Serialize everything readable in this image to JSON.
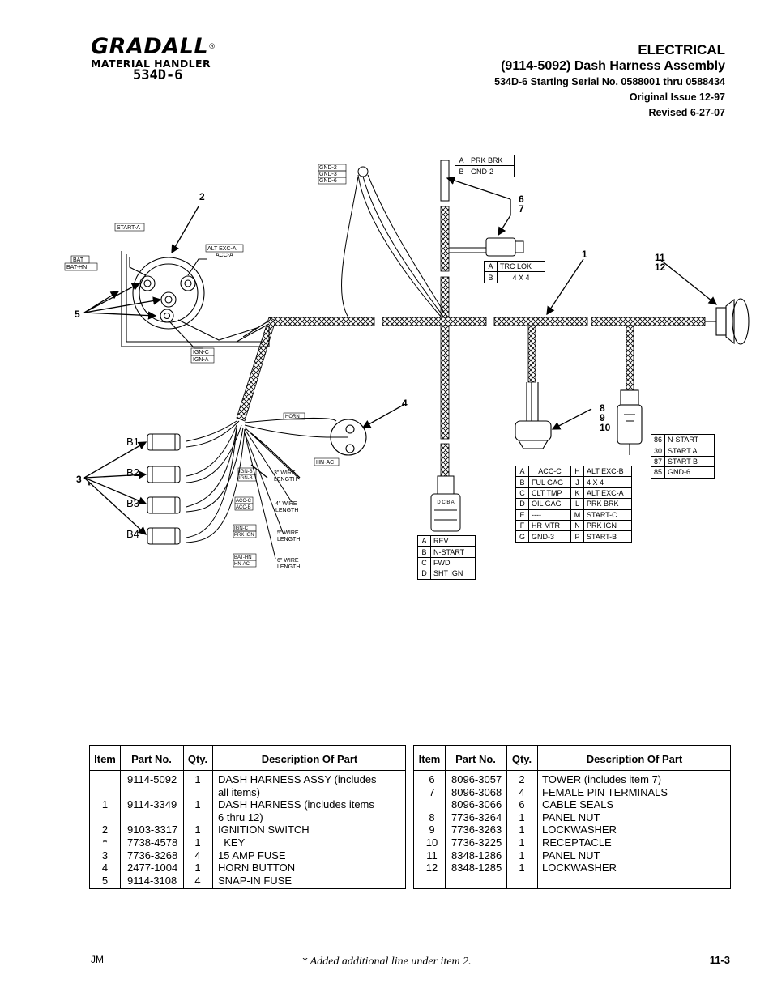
{
  "header": {
    "brand": "GRADALL",
    "brand_mark": "®",
    "subtitle": "MATERIAL HANDLER",
    "model": "534D-6",
    "section": "ELECTRICAL",
    "title": "(9114-5092) Dash Harness Assembly",
    "serial": "534D-6 Starting Serial No. 0588001 thru 0588434",
    "issue": "Original Issue 12-97",
    "revised": "Revised 6-27-07"
  },
  "diagram": {
    "labels": {
      "gnd2": "GND-2",
      "gnd3": "GND-3",
      "gnd6": "GND-6",
      "start_a": "START-A",
      "bat": "BAT",
      "bat_hn": "BAT-HN",
      "alt_exc_a": "ALT EXC-A",
      "acc_a": "ACC-A",
      "ign_c": "IGN-C",
      "ign_a": "IGN-A",
      "horn": "HORN",
      "hn_ac": "HN-AC",
      "b1": "B1",
      "b2": "B2",
      "b3": "B3",
      "b4": "B4",
      "len3": "3\" WIRE",
      "len4": "4\" WIRE",
      "len5": "5\" WIRE",
      "len6": "6\" WIRE",
      "length": "LENGTH",
      "ign_b": "IGN-B",
      "ign_b2": "IGN-B",
      "acc_c": "ACC-C",
      "acc_b": "ACC-B",
      "ign_c2": "IGN-C",
      "prk_ign": "PRK IGN",
      "bat_hn2": "BAT-HN",
      "hn_ac2": "HN-AC",
      "conn_pins": "D C B A"
    },
    "callouts": {
      "c1": "1",
      "c2": "2",
      "c3": "3",
      "c4": "4",
      "c5": "5",
      "c6": "6",
      "c7": "7",
      "c8": "8",
      "c9": "9",
      "c10": "10",
      "c11": "11",
      "c12": "12",
      "star": "*"
    },
    "pin_tables": {
      "prk": [
        {
          "k": "A",
          "v": "PRK BRK"
        },
        {
          "k": "B",
          "v": "GND-2"
        }
      ],
      "trc": [
        {
          "k": "A",
          "v": "TRC LOK"
        },
        {
          "k": "B",
          "v": "4 X 4"
        }
      ],
      "relay": [
        {
          "k": "86",
          "v": "N-START"
        },
        {
          "k": "30",
          "v": "START A"
        },
        {
          "k": "87",
          "v": "START B"
        },
        {
          "k": "85",
          "v": "GND-6"
        }
      ],
      "main": [
        {
          "k1": "A",
          "v1": "ACC-C",
          "k2": "H",
          "v2": "ALT EXC-B"
        },
        {
          "k1": "B",
          "v1": "FUL GAG",
          "k2": "J",
          "v2": "4 X 4"
        },
        {
          "k1": "C",
          "v1": "CLT TMP",
          "k2": "K",
          "v2": "ALT EXC-A"
        },
        {
          "k1": "D",
          "v1": "OIL GAG",
          "k2": "L",
          "v2": "PRK BRK"
        },
        {
          "k1": "E",
          "v1": "----",
          "k2": "M",
          "v2": "START-C"
        },
        {
          "k1": "F",
          "v1": "HR MTR",
          "k2": "N",
          "v2": "PRK IGN"
        },
        {
          "k1": "G",
          "v1": "GND-3",
          "k2": "P",
          "v2": "START-B"
        }
      ],
      "sel": [
        {
          "k": "A",
          "v": "REV"
        },
        {
          "k": "B",
          "v": "N-START"
        },
        {
          "k": "C",
          "v": "FWD"
        },
        {
          "k": "D",
          "v": "SHT IGN"
        }
      ]
    }
  },
  "parts_left": {
    "headers": {
      "item": "Item",
      "part": "Part No.",
      "qty": "Qty.",
      "desc": "Description Of Part"
    },
    "rows": [
      {
        "item": "",
        "part": "9114-5092",
        "qty": "1",
        "desc": "DASH HARNESS ASSY (includes"
      },
      {
        "item": "",
        "part": "",
        "qty": "",
        "desc": "all items)"
      },
      {
        "item": "1",
        "part": "9114-3349",
        "qty": "1",
        "desc": "DASH HARNESS (includes items"
      },
      {
        "item": "",
        "part": "",
        "qty": "",
        "desc": "6 thru 12)"
      },
      {
        "item": "2",
        "part": "9103-3317",
        "qty": "1",
        "desc": "IGNITION SWITCH"
      },
      {
        "item": "*",
        "part": "7738-4578",
        "qty": "1",
        "desc": "  KEY"
      },
      {
        "item": "3",
        "part": "7736-3268",
        "qty": "4",
        "desc": "15 AMP FUSE"
      },
      {
        "item": "4",
        "part": "2477-1004",
        "qty": "1",
        "desc": "HORN BUTTON"
      },
      {
        "item": "5",
        "part": "9114-3108",
        "qty": "4",
        "desc": "SNAP-IN FUSE"
      }
    ]
  },
  "parts_right": {
    "headers": {
      "item": "Item",
      "part": "Part No.",
      "qty": "Qty.",
      "desc": "Description Of Part"
    },
    "rows": [
      {
        "item": "6",
        "part": "8096-3057",
        "qty": "2",
        "desc": "TOWER (includes item 7)"
      },
      {
        "item": "7",
        "part": "8096-3068",
        "qty": "4",
        "desc": "FEMALE PIN TERMINALS"
      },
      {
        "item": "",
        "part": "8096-3066",
        "qty": "6",
        "desc": "CABLE SEALS"
      },
      {
        "item": "8",
        "part": "7736-3264",
        "qty": "1",
        "desc": "PANEL NUT"
      },
      {
        "item": "9",
        "part": "7736-3263",
        "qty": "1",
        "desc": "LOCKWASHER"
      },
      {
        "item": "10",
        "part": "7736-3225",
        "qty": "1",
        "desc": "RECEPTACLE"
      },
      {
        "item": "11",
        "part": "8348-1286",
        "qty": "1",
        "desc": "PANEL NUT"
      },
      {
        "item": "12",
        "part": "8348-1285",
        "qty": "1",
        "desc": "LOCKWASHER"
      }
    ]
  },
  "footer": {
    "initials": "JM",
    "note": "* Added additional line under item 2.",
    "page": "11-3"
  }
}
